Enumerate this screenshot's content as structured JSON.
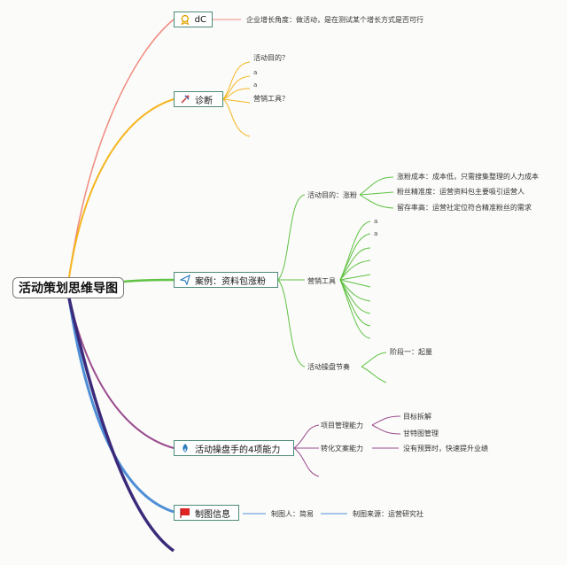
{
  "root": {
    "label": "活动策划思维导图"
  },
  "topics": {
    "dc": {
      "label": "dC",
      "icon": "award-icon",
      "notes": [
        "企业增长角度：做活动，是在测试某个增长方式是否可行"
      ]
    },
    "diagnosis": {
      "label": "诊断",
      "icon": "tools-icon",
      "items": [
        "活动目的？",
        "a",
        "a",
        "营销工具？"
      ]
    },
    "case": {
      "label": "案例：资料包涨粉",
      "icon": "send-icon",
      "goal": {
        "label": "活动目的：涨粉",
        "items": [
          "涨粉成本：成本低，只需搜集整理的人力成本",
          "粉丝精准度：运营资料包主要吸引运营人",
          "留存率高：运营社定位符合精准粉丝的需求"
        ]
      },
      "tools": {
        "label": "营销工具",
        "items": [
          "a",
          "a"
        ]
      },
      "rhythm": {
        "label": "活动操盘节奏",
        "items": [
          "阶段一：起量"
        ]
      }
    },
    "abilities": {
      "label": "活动操盘手的4项能力",
      "icon": "fire-icon",
      "pm": {
        "label": "项目管理能力",
        "items": [
          "目标拆解",
          "甘特图管理"
        ]
      },
      "copy": {
        "label": "转化文案能力",
        "items": [
          "没有预算时，快速提升业绩"
        ]
      }
    },
    "info": {
      "label": "制图信息",
      "icon": "flag-icon",
      "items": [
        "制图人：简易",
        "制图来源：运营研究社"
      ]
    }
  },
  "colors": {
    "dc_branch": "#f08a7e",
    "diagnosis_branch": "#f5b51f",
    "case_branch": "#5fc243",
    "abilities_branch": "#9a4c8e",
    "info_branch": "#4f8fd6",
    "extra_branch": "#3b2a7a"
  }
}
